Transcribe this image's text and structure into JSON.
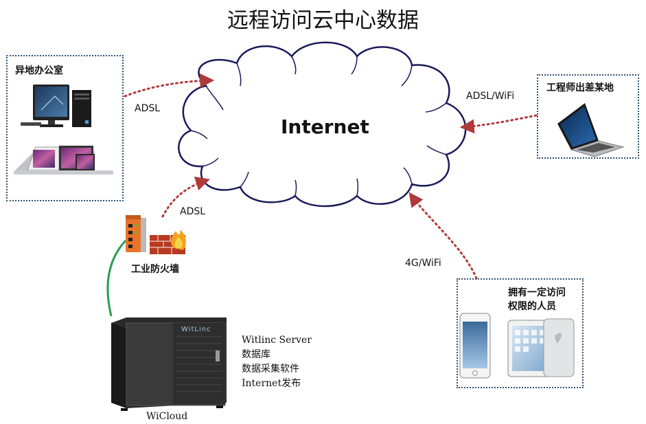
{
  "title": "远程访问云中心数据",
  "cloud": {
    "label": "Internet"
  },
  "remote_office": {
    "label": "异地办公室"
  },
  "engineer": {
    "label": "工程师出差某地"
  },
  "authorized": {
    "line1": "拥有一定访问",
    "line2": "权限的人员"
  },
  "firewall": {
    "label": "工业防火墙"
  },
  "server": {
    "label": "WiCloud",
    "brand": "WitLinc",
    "lines": [
      "Witlinc Server",
      "数据库",
      "数据采集软件",
      "Internet发布"
    ]
  },
  "links": {
    "office": "ADSL",
    "firewall": "ADSL",
    "engineer": "ADSL/WiFi",
    "mobile": "4G/WiFi"
  },
  "colors": {
    "dotted_arrow": "#b03a3a",
    "box_border": "#2f4f6f",
    "cable": "#22a050"
  }
}
